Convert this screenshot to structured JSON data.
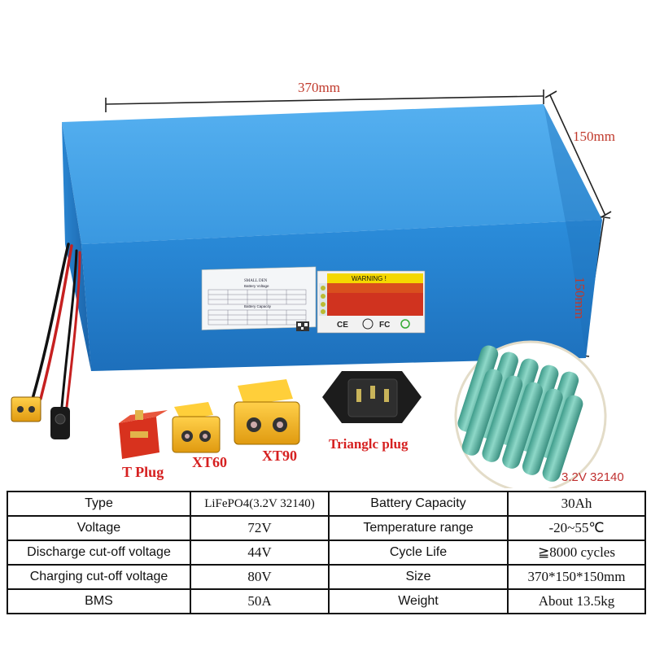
{
  "dimensions": {
    "length": "370mm",
    "width": "150mm",
    "height": "150mm"
  },
  "battery_label": {
    "brand": "SMALL DEN",
    "voltage_section": "Battery Voltage",
    "capacity_section": "Battery Capacity",
    "warning": "WARNING !"
  },
  "plugs": [
    {
      "label": "T Plug",
      "icon": "t-plug-icon"
    },
    {
      "label": "XT60",
      "icon": "xt60-plug-icon"
    },
    {
      "label": "XT90",
      "icon": "xt90-plug-icon"
    },
    {
      "label": "Trianglc plug",
      "icon": "triangle-plug-icon"
    }
  ],
  "cell_label": "3.2V 32140",
  "specs": [
    {
      "label": "Type",
      "value": "LiFePO4(3.2V 32140)",
      "label2": "Battery Capacity",
      "value2": "30Ah"
    },
    {
      "label": "Voltage",
      "value": "72V",
      "label2": "Temperature range",
      "value2": "-20~55℃"
    },
    {
      "label": "Discharge cut-off voltage",
      "value": "44V",
      "label2": "Cycle Life",
      "value2": "≧8000 cycles"
    },
    {
      "label": "Charging cut-off voltage",
      "value": "80V",
      "label2": "Size",
      "value2": "370*150*150mm"
    },
    {
      "label": "BMS",
      "value": "50A",
      "label2": "Weight",
      "value2": "About 13.5kg"
    }
  ],
  "colors": {
    "battery_blue": "#2f8fd8",
    "battery_top": "#4aa6ec",
    "connector_yellow": "#f2b31a",
    "t_plug_red": "#d8321e",
    "cell_teal": "#5fb9a8",
    "label_red": "#d62020"
  }
}
